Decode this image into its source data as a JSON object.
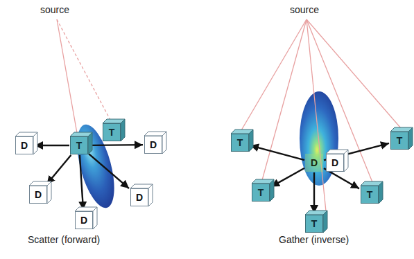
{
  "diagram": {
    "nodes": [
      {
        "text": [
          "T"
        ]
      },
      {
        "text": [
          "T"
        ]
      },
      {
        "text": [
          "D"
        ]
      },
      {
        "text": [
          "D"
        ]
      },
      {
        "text": [
          "D"
        ]
      },
      {
        "text": [
          "D"
        ]
      },
      {
        "text": [
          "D"
        ]
      },
      {
        "text": [
          "D"
        ]
      },
      {
        "text": [
          "D"
        ]
      },
      {
        "text": [
          "T"
        ]
      },
      {
        "text": [
          "T"
        ]
      },
      {
        "text": [
          "T"
        ]
      },
      {
        "text": [
          "T"
        ]
      },
      {
        "text": [
          "T"
        ]
      }
    ],
    "edges": [
      {
        "from": 0,
        "to": 2,
        "arrow": "to"
      },
      {
        "from": 0,
        "to": 3,
        "arrow": "to"
      },
      {
        "from": 0,
        "to": 4,
        "arrow": "to"
      },
      {
        "from": 0,
        "to": 5,
        "arrow": "to"
      },
      {
        "from": 0,
        "to": 6,
        "arrow": "to"
      },
      {
        "from": 7,
        "to": 9,
        "arrow": "to"
      },
      {
        "from": 7,
        "to": 10,
        "arrow": "to"
      },
      {
        "from": 7,
        "to": 11,
        "arrow": "to"
      },
      {
        "from": 7,
        "to": 12,
        "arrow": "to"
      },
      {
        "from": 7,
        "to": 13,
        "arrow": "to"
      }
    ],
    "labels": [
      "source",
      "source",
      "Scatter (forward)",
      "Gather (inverse)"
    ]
  }
}
